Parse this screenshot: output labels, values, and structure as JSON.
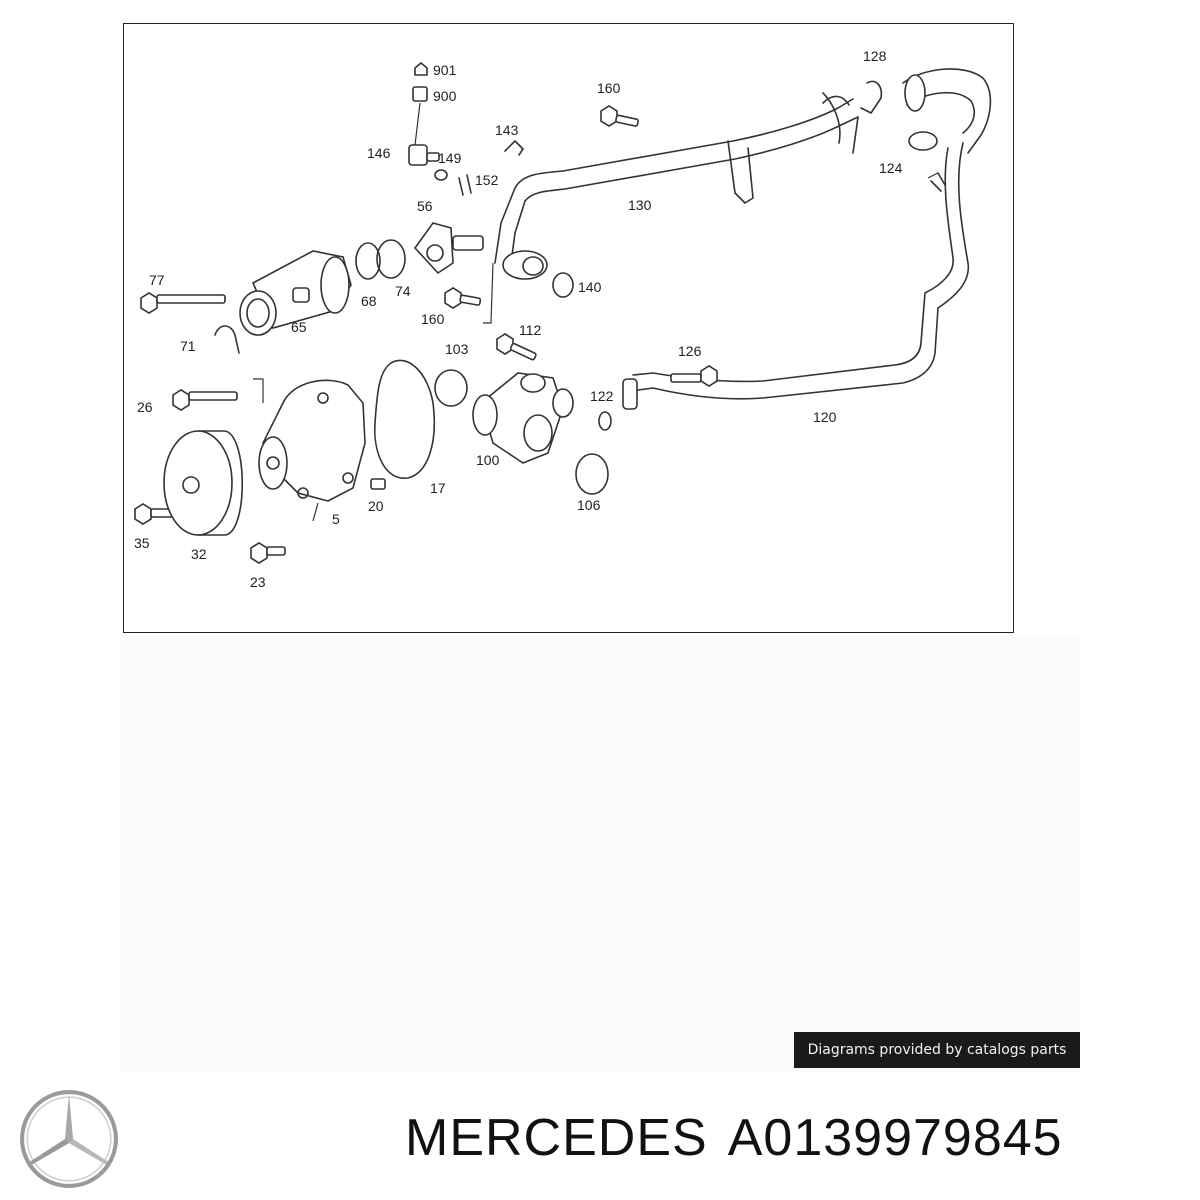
{
  "diagram": {
    "part_numbers": [
      "901",
      "900",
      "160",
      "143",
      "128",
      "146",
      "149",
      "152",
      "124",
      "56",
      "130",
      "77",
      "68",
      "74",
      "140",
      "65",
      "160",
      "112",
      "71",
      "103",
      "126",
      "26",
      "122",
      "120",
      "100",
      "17",
      "106",
      "20",
      "5",
      "35",
      "32",
      "23"
    ]
  },
  "credit": "Diagrams provided by catalogs parts",
  "footer": {
    "brand": "MERCEDES",
    "part_code": "A0139979845"
  }
}
